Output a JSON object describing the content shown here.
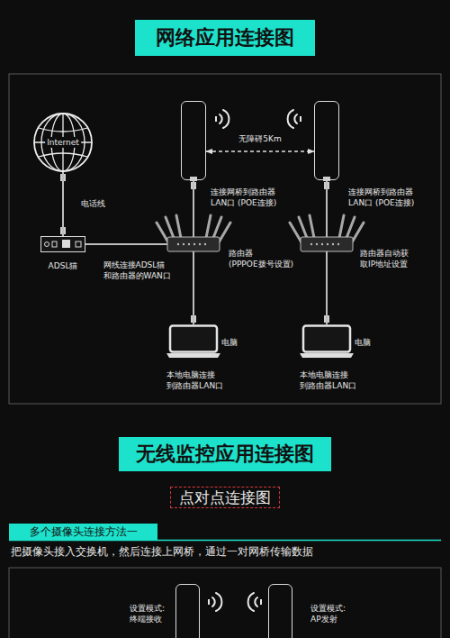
{
  "diagram": {
    "title": "网络应用连接图",
    "nodes": [
      {
        "text": [
          "Internet"
        ]
      },
      {
        "text": [
          "连接网桥到路由器 LAN口 (POE连接)"
        ]
      },
      {
        "text": [
          "连接网桥到路由器 LAN口 (POE连接)"
        ]
      },
      {
        "text": [
          "ADSL猫"
        ]
      },
      {
        "text": [
          "路由器 (PPPOE拨号设置)"
        ]
      },
      {
        "text": [
          "路由器自动获 取IP地址设置"
        ]
      },
      {
        "text": [
          "电脑",
          "本地电脑连接 到路由器LAN口"
        ]
      },
      {
        "text": [
          "电脑",
          "本地电脑连接 到路由器LAN口"
        ]
      },
      {
        "text": [
          "无线监控应用连接图"
        ]
      },
      {
        "text": [
          "点对点连接图"
        ]
      },
      {
        "text": [
          "多个摄像头连接方法一"
        ]
      },
      {
        "text": [
          "设置模式: 终端接收"
        ]
      },
      {
        "text": [
          "设置模式: AP发射"
        ]
      }
    ],
    "edges": [
      {
        "from": 0,
        "to": 3,
        "arrow": "none",
        "label": "电话线"
      },
      {
        "from": 3,
        "to": 4,
        "arrow": "none",
        "label": "网线连接ADSL猫 和路由器的WAN口"
      },
      {
        "from": 1,
        "to": 4,
        "arrow": "none"
      },
      {
        "from": 4,
        "to": 6,
        "arrow": "none"
      },
      {
        "from": 1,
        "to": 2,
        "arrow": "both",
        "label": "无障碍5Km"
      },
      {
        "from": 2,
        "to": 5,
        "arrow": "none"
      },
      {
        "from": 5,
        "to": 7,
        "arrow": "none"
      }
    ],
    "labels": [
      "把摄像头接入交换机，然后连接上网桥，通过一对网桥传输数据"
    ]
  }
}
